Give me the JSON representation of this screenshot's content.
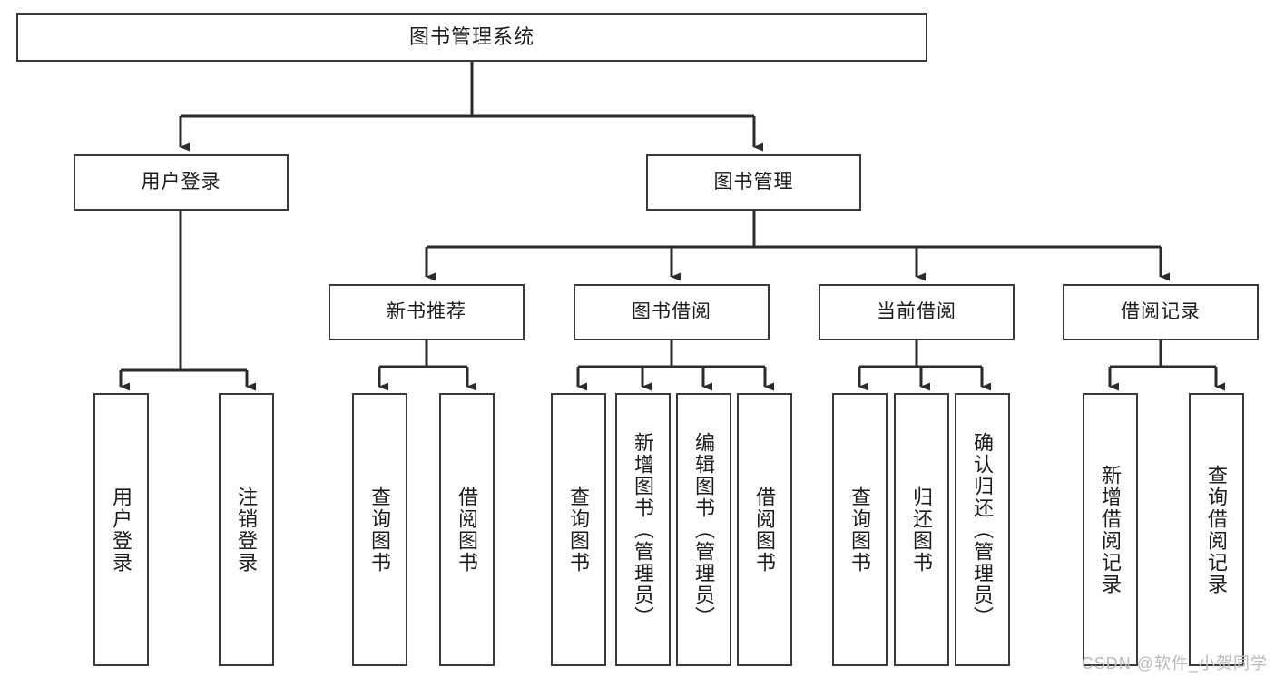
{
  "diagram": {
    "title": "图书管理系统",
    "watermark": "CSDN @软件_小贺同学",
    "colors": {
      "background": "#ffffff",
      "box_border": "#3a3a3a",
      "connector": "#2b2b2b",
      "text": "#1b1b1b",
      "watermark": "#b9b9b9"
    },
    "nodes": {
      "root": {
        "label": "图书管理系统"
      },
      "level2": [
        {
          "label": "用户登录"
        },
        {
          "label": "图书管理"
        }
      ],
      "level3": [
        {
          "label": "新书推荐"
        },
        {
          "label": "图书借阅"
        },
        {
          "label": "当前借阅"
        },
        {
          "label": "借阅记录"
        }
      ],
      "leaves": {
        "user_login": [
          {
            "label": "用户登录"
          },
          {
            "label": "注销登录"
          }
        ],
        "new_book_recommend": [
          {
            "label": "查询图书"
          },
          {
            "label": "借阅图书"
          }
        ],
        "book_borrow": [
          {
            "label": "查询图书"
          },
          {
            "label": "新增图书（管理员）"
          },
          {
            "label": "编辑图书（管理员）"
          },
          {
            "label": "借阅图书"
          }
        ],
        "current_borrow": [
          {
            "label": "查询图书"
          },
          {
            "label": "归还图书"
          },
          {
            "label": "确认归还（管理员）"
          }
        ],
        "borrow_record": [
          {
            "label": "新增借阅记录"
          },
          {
            "label": "查询借阅记录"
          }
        ]
      }
    }
  }
}
